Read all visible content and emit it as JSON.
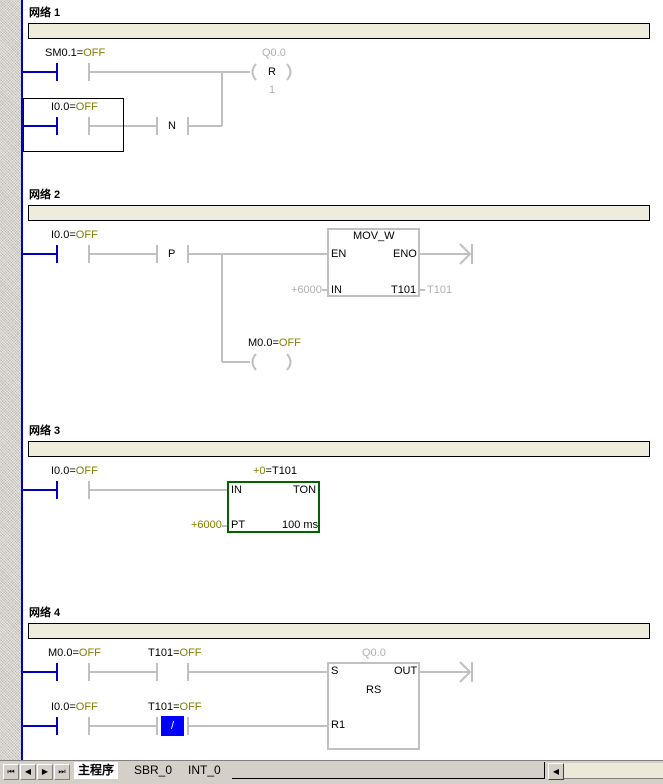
{
  "networks": [
    {
      "title": "网络 1",
      "contacts": [
        {
          "address": "SM0.1",
          "state": "OFF"
        },
        {
          "address": "I0.0",
          "state": "OFF"
        }
      ],
      "edge_contact": "N",
      "coil": {
        "address": "Q0.0",
        "type": "R",
        "count": "1"
      }
    },
    {
      "title": "网络 2",
      "contacts": [
        {
          "address": "I0.0",
          "state": "OFF"
        }
      ],
      "edge_contact": "P",
      "box": {
        "name": "MOV_W",
        "pins": {
          "en": "EN",
          "eno": "ENO",
          "in": "IN",
          "out": "T101"
        },
        "in_value": "+6000",
        "out_value": "T101"
      },
      "coil": {
        "address": "M0.0",
        "state": "OFF"
      }
    },
    {
      "title": "网络 3",
      "contacts": [
        {
          "address": "I0.0",
          "state": "OFF"
        }
      ],
      "box": {
        "header_value": "+0",
        "header_address": "=T101",
        "pins": {
          "in": "IN",
          "type": "TON",
          "pt": "PT",
          "base": "100 ms"
        },
        "pt_value": "+6000"
      }
    },
    {
      "title": "网络 4",
      "contacts": [
        {
          "address": "M0.0",
          "state": "OFF"
        },
        {
          "address": "T101",
          "state": "OFF"
        },
        {
          "address": "I0.0",
          "state": "OFF"
        },
        {
          "address": "T101",
          "state": "OFF",
          "negated": "/"
        }
      ],
      "box": {
        "address": "Q0.0",
        "name": "RS",
        "pins": {
          "s": "S",
          "out": "OUT",
          "r1": "R1"
        }
      }
    }
  ],
  "eq": "=",
  "tabs": [
    {
      "label": "主程序",
      "active": true
    },
    {
      "label": "SBR_0",
      "active": false
    },
    {
      "label": "INT_0",
      "active": false
    }
  ],
  "nav": {
    "first": "⏮",
    "prev": "◀",
    "next": "▶",
    "last": "⏭"
  },
  "scroll": {
    "left": "◀"
  }
}
